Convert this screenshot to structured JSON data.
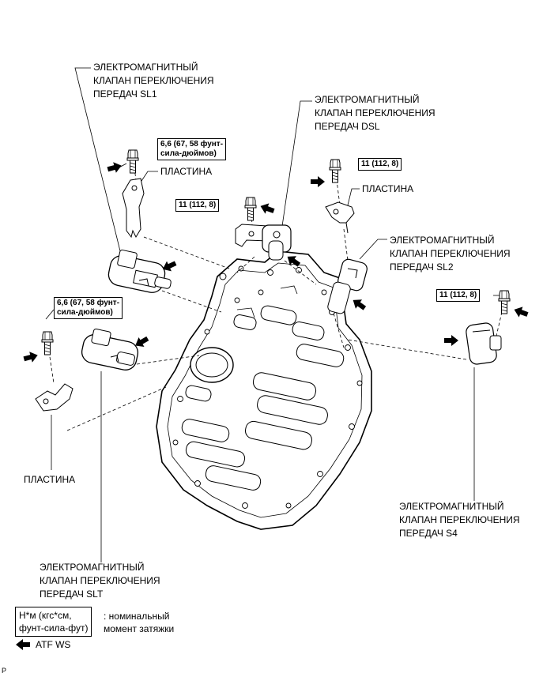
{
  "labels": {
    "sl1": [
      "ЭЛЕКТРОМАГНИТНЫЙ",
      "КЛАПАН ПЕРЕКЛЮЧЕНИЯ",
      "ПЕРЕДАЧ SL1"
    ],
    "dsl": [
      "ЭЛЕКТРОМАГНИТНЫЙ",
      "КЛАПАН ПЕРЕКЛЮЧЕНИЯ",
      "ПЕРЕДАЧ DSL"
    ],
    "sl2": [
      "ЭЛЕКТРОМАГНИТНЫЙ",
      "КЛАПАН ПЕРЕКЛЮЧЕНИЯ",
      "ПЕРЕДАЧ SL2"
    ],
    "s4": [
      "ЭЛЕКТРОМАГНИТНЫЙ",
      "КЛАПАН ПЕРЕКЛЮЧЕНИЯ",
      "ПЕРЕДАЧ S4"
    ],
    "slt": [
      "ЭЛЕКТРОМАГНИТНЫЙ",
      "КЛАПАН ПЕРЕКЛЮЧЕНИЯ",
      "ПЕРЕДАЧ SLT"
    ],
    "plate_sl1": "ПЛАСТИНА",
    "plate_dsl": "ПЛАСТИНА",
    "plate_left": "ПЛАСТИНА"
  },
  "torques": {
    "sl1": [
      "6,6 (67, 58 фунт-",
      "сила-дюймов)"
    ],
    "left": [
      "6,6 (67, 58 фунт-",
      "сила-дюймов)"
    ],
    "dsl_upper": "11 (112, 8)",
    "dsl_lower": "11 (112, 8)",
    "s4": "11 (112, 8)"
  },
  "legend": {
    "box": [
      "Н*м (кгс*см,",
      "фунт-сила-фут)"
    ],
    "text": [
      ": номинальный",
      "момент затяжки"
    ],
    "atf": "ATF WS"
  },
  "corner_mark": "P"
}
